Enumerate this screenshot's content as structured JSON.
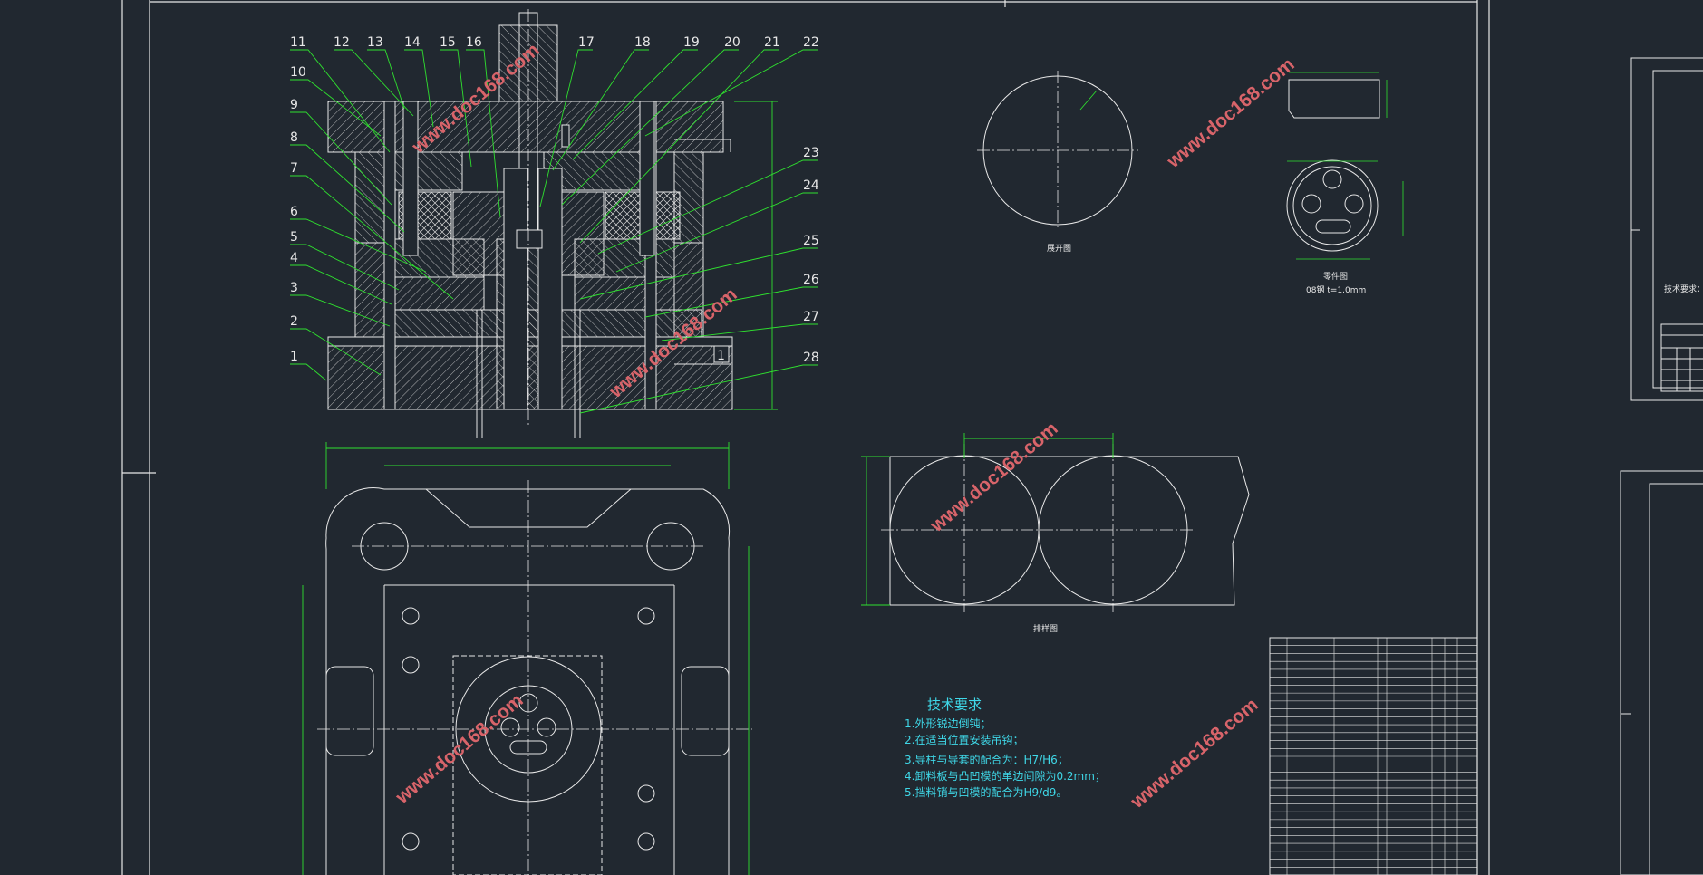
{
  "balloons": [
    "1",
    "2",
    "3",
    "4",
    "5",
    "6",
    "7",
    "8",
    "9",
    "10",
    "11",
    "12",
    "13",
    "14",
    "15",
    "16",
    "17",
    "18",
    "19",
    "20",
    "21",
    "22",
    "23",
    "24",
    "25",
    "26",
    "27",
    "28"
  ],
  "section_marker": "1",
  "blank_view_label": "展开图",
  "part_view_label": "零件图",
  "part_view_spec": "08钢  t=1.0mm",
  "strip_view_label": "排样图",
  "tech_requirements": {
    "title": "技术要求",
    "items": [
      "1.外形锐边倒钝；",
      "2.在适当位置安装吊钩；",
      "3.导柱与导套的配合为：H7/H6；",
      "4.卸料板与凸凹模的单边间隙为0.2mm；",
      "5.挡料销与凹模的配合为H9/d9。"
    ]
  },
  "watermark": "www.doc168.com",
  "right_sheet_text": "技术要求：",
  "colors": {
    "background": "#212830",
    "line": "#e8e8e8",
    "dimension": "#2fe02f",
    "text_cyan": "#3fd8e8",
    "watermark": "#d8646a"
  }
}
